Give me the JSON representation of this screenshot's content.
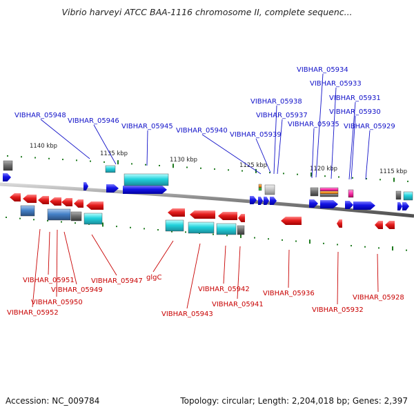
{
  "title": "Vibrio harveyi ATCC BAA-1116 chromosome II, complete sequenc...",
  "footer": {
    "accession": "Accession: NC_009784",
    "topology": "Topology: circular; Length: 2,204,018 bp; Genes: 2,397"
  },
  "colors": {
    "forward_label": "#1010c8",
    "reverse_label": "#c80000",
    "forward_gene": "#1414e6",
    "reverse_gene": "#e61e1e",
    "cyan_feature": "#22d2dc",
    "steelblue_feature": "#4682c8",
    "gray_feature": "#707070",
    "backbone": "#8a8a8a",
    "tick": "#1e7a1e"
  },
  "scale_labels": [
    "1140 kbp",
    "1135 kbp",
    "1130 kbp",
    "1125 kbp",
    "1120 kbp",
    "1115 kbp"
  ],
  "forward_genes": [
    "VIBHAR_05948",
    "VIBHAR_05946",
    "VIBHAR_05945",
    "VIBHAR_05940",
    "VIBHAR_05939",
    "VIBHAR_05938",
    "VIBHAR_05937",
    "VIBHAR_05935",
    "VIBHAR_05934",
    "VIBHAR_05933",
    "VIBHAR_05931",
    "VIBHAR_05930",
    "VIBHAR_05929"
  ],
  "reverse_genes": [
    "VIBHAR_05951",
    "VIBHAR_05949",
    "VIBHAR_05950",
    "VIBHAR_05952",
    "VIBHAR_05947",
    "glgC",
    "VIBHAR_05943",
    "VIBHAR_05942",
    "VIBHAR_05941",
    "VIBHAR_05936",
    "VIBHAR_05932",
    "VIBHAR_05928"
  ]
}
